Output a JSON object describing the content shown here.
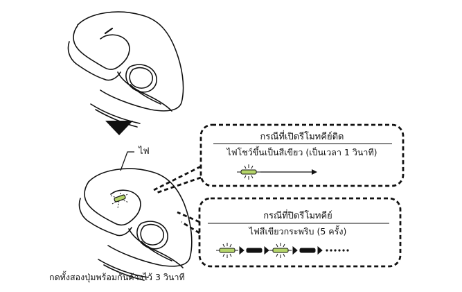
{
  "light_label": "ไฟ",
  "callout_remote_on": {
    "title": "กรณีที่เปิดรีโมทคีย์ติด",
    "description": "ไฟโชว์ขึ้นเป็นสีเขียว (เป็นเวลา 1 วินาที)"
  },
  "callout_remote_off": {
    "title": "กรณีที่ปิดรีโมทคีย์",
    "description": "ไฟสีเขียวกระพริบ (5 ครั้ง)"
  },
  "caption": "กดทั้งสองปุ่มพร้อมกันค้างไว้ 3 วินาที",
  "colors": {
    "led_green": "#b5d56a",
    "outline": "#111111"
  }
}
